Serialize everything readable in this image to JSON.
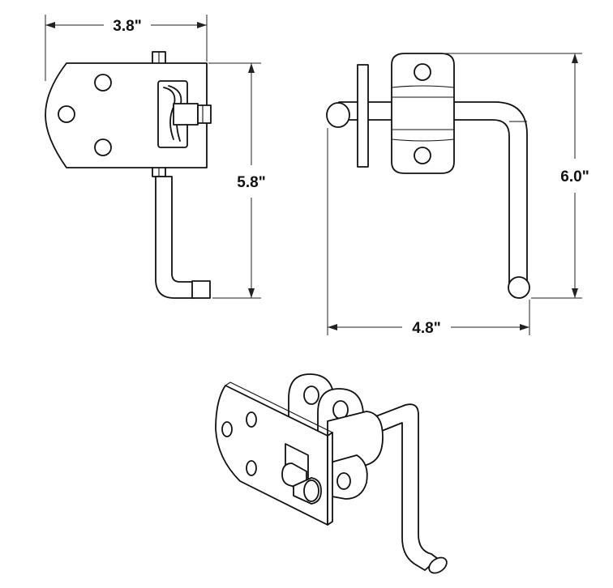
{
  "dimensions": {
    "plate_width": "3.8\"",
    "front_height": "5.8\"",
    "side_height": "6.0\"",
    "side_width": "4.8\""
  },
  "colors": {
    "line": "#111111",
    "background": "#ffffff"
  }
}
